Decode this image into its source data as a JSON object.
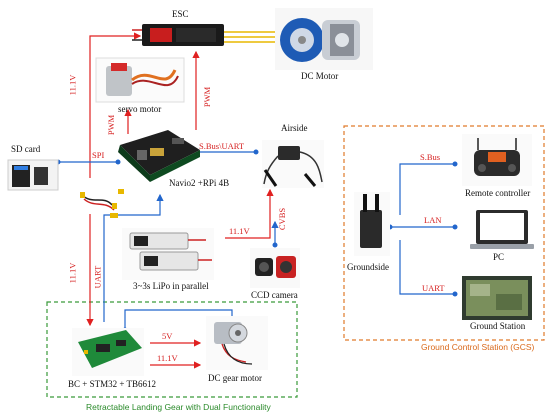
{
  "components": {
    "esc": "ESC",
    "dc_motor": "DC Motor",
    "servo": "servo motor",
    "sd_card": "SD card",
    "navio": "Navio2 +RPi 4B",
    "airside": "Airside",
    "lipo": "3~3s LiPo in parallel",
    "ccd": "CCD camera",
    "bc": "BC + STM32 + TB6612",
    "dc_gear": "DC gear motor",
    "groundside": "Groundside",
    "remote": "Remote controller",
    "pc": "PC",
    "ground_station": "Ground Station"
  },
  "links": {
    "v11_top": "11.1V",
    "pwm_servo": "PWM",
    "pwm_esc": "PWM",
    "spi": "SPI",
    "sbus_uart": "S.Bus\\UART",
    "v11_mid": "11.1V",
    "cvbs": "CVBS",
    "v11_left": "11.1V",
    "uart_left": "UART",
    "v5": "5V",
    "v11_bot": "11.1V",
    "sbus_gcs": "S.Bus",
    "lan": "LAN",
    "uart_gcs": "UART"
  },
  "groups": {
    "landing": "Retractable Landing Gear with Dual Functionality",
    "gcs": "Ground Control Station (GCS)"
  }
}
